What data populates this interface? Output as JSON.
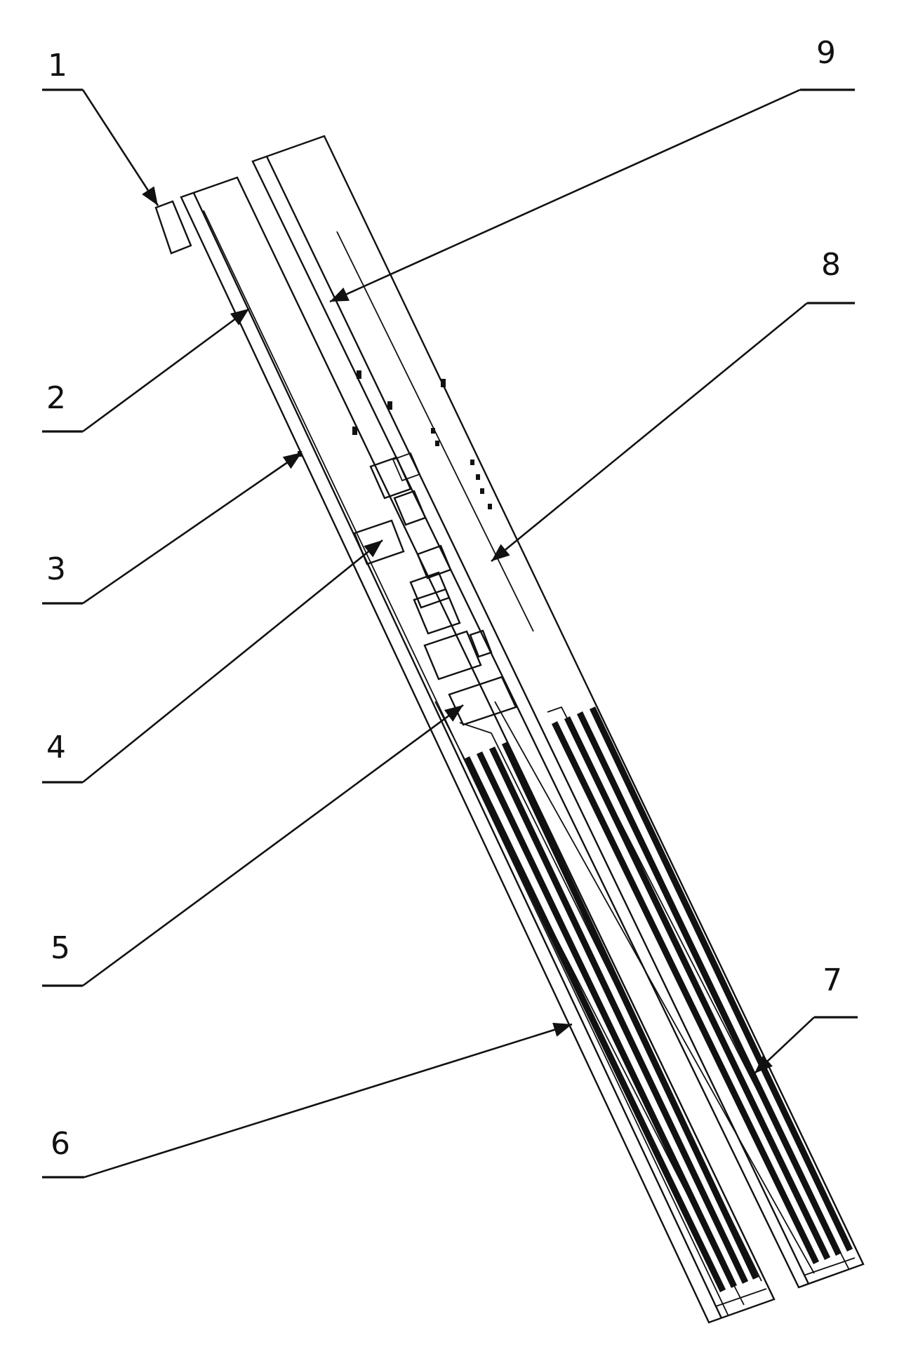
{
  "labels": {
    "l1": "1",
    "l2": "2",
    "l3": "3",
    "l4": "4",
    "l5": "5",
    "l6": "6",
    "l7": "7",
    "l8": "8",
    "l9": "9"
  },
  "colors": {
    "line": "#111111",
    "background": "#ffffff"
  }
}
